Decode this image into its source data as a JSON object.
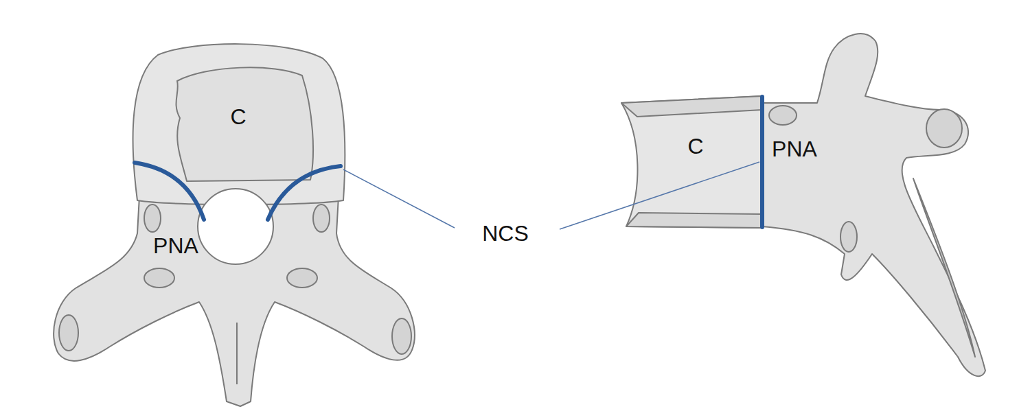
{
  "diagram": {
    "labels": [
      "C",
      "C",
      "PNA",
      "NCS",
      "PNA"
    ]
  }
}
